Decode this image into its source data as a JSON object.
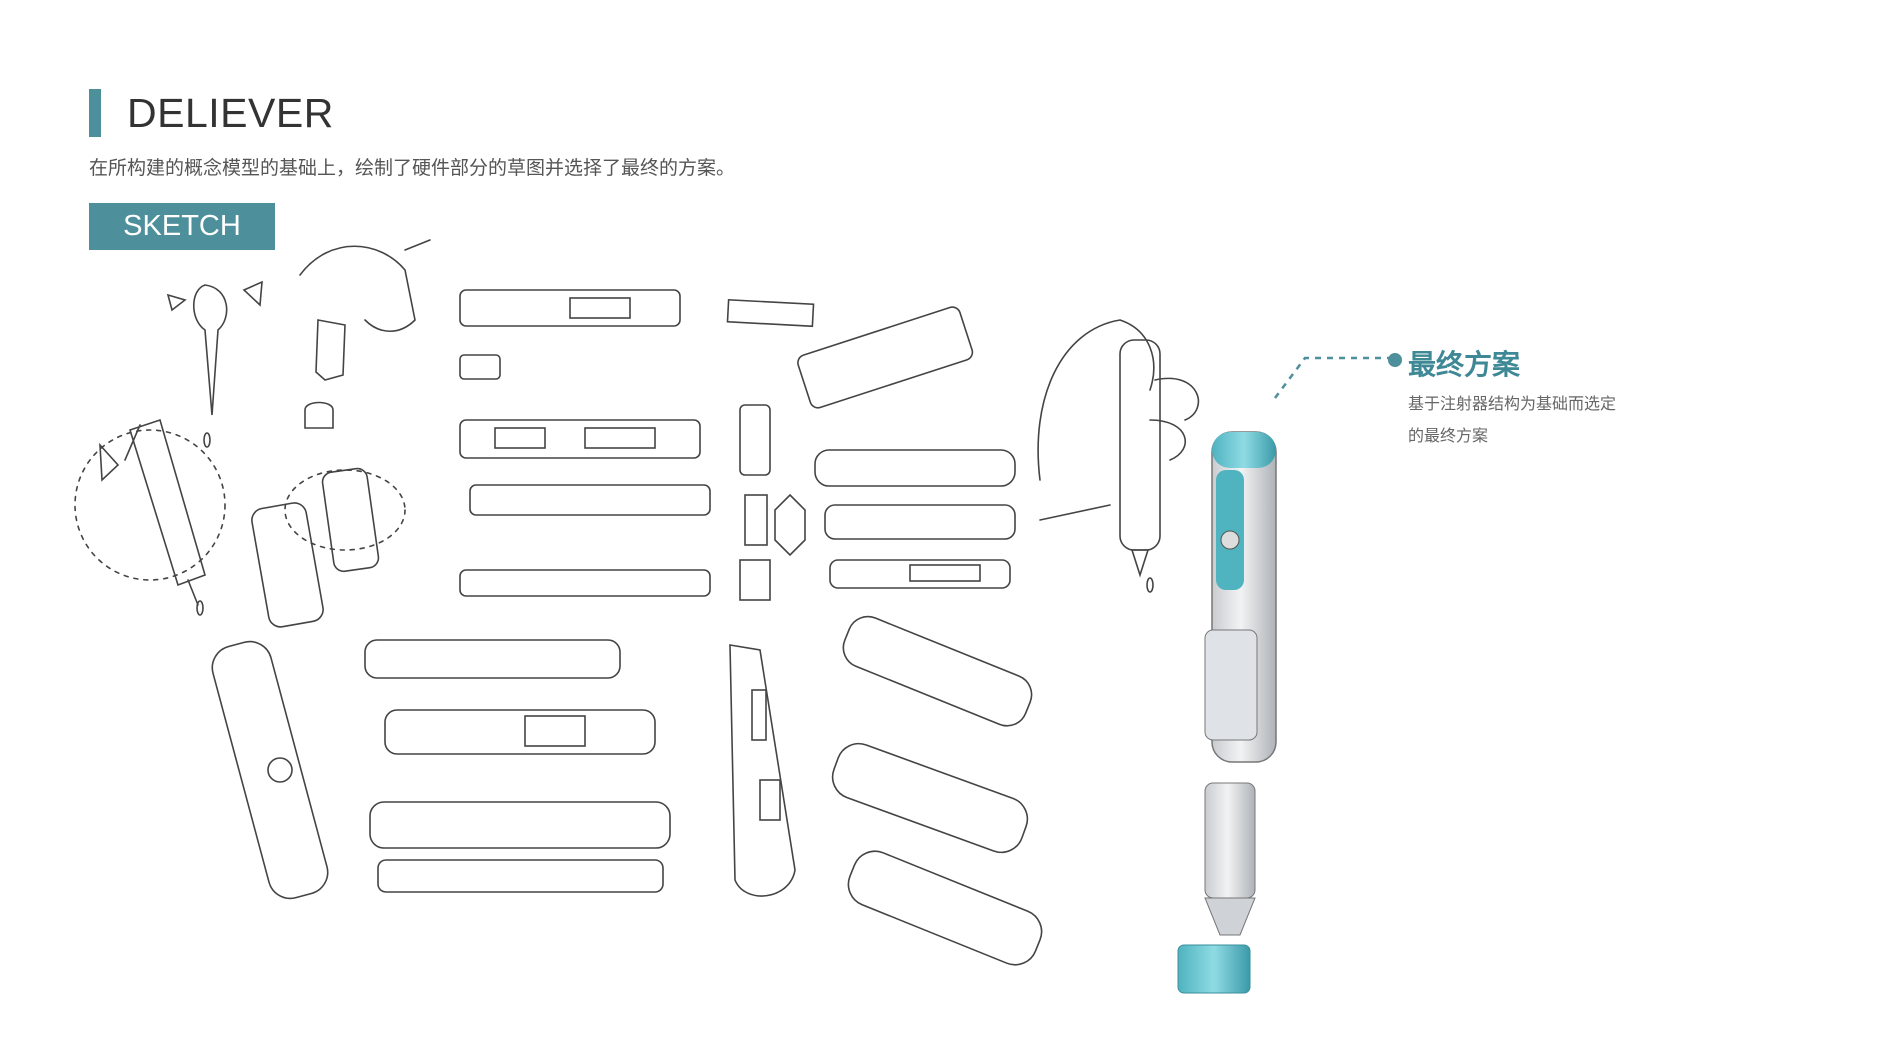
{
  "header": {
    "title": "DELIEVER",
    "subtitle": "在所构建的概念模型的基础上，绘制了硬件部分的草图并选择了最终的方案。"
  },
  "section": {
    "tag": "SKETCH"
  },
  "final_plan": {
    "title": "最终方案",
    "description_line1": "基于注射器结构为基础而选定",
    "description_line2": "的最终方案"
  },
  "colors": {
    "accent": "#4d8f9b",
    "teal_light": "#6cc3cf",
    "sketch_line": "#444444"
  },
  "icons": [
    "hand-sketch",
    "syringe-sketch",
    "pen-injector-sketch",
    "final-pen-render"
  ]
}
